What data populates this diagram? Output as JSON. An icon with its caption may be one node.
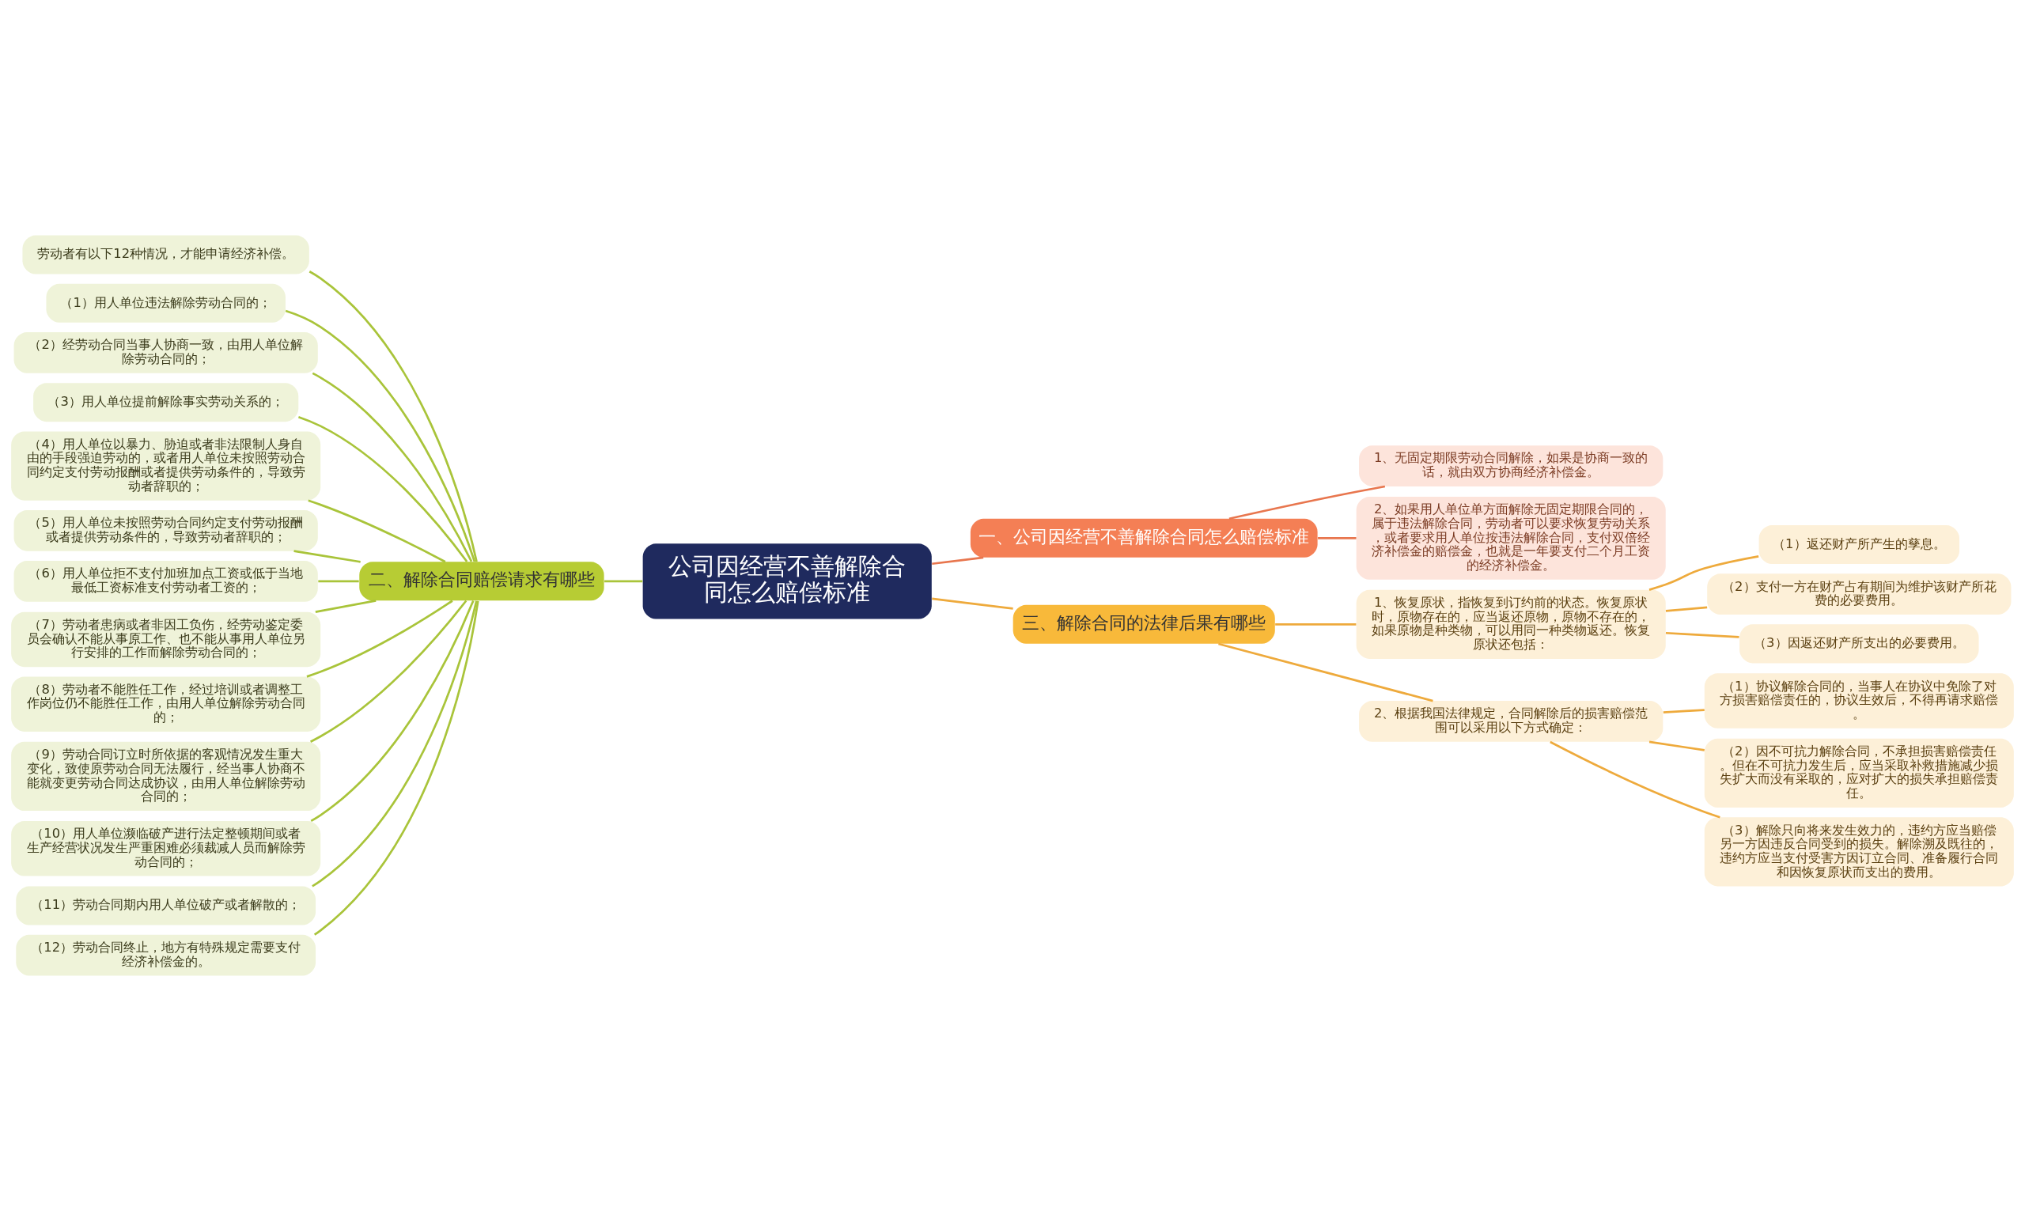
{
  "diagram": {
    "nodes": [
      {
        "text": [
          "公司因经营不善解除合同怎么赔偿标准"
        ]
      },
      {
        "text": [
          "一、公司因经营不善解除合同怎么赔偿标准"
        ]
      },
      {
        "text": [
          "1、无固定期限劳动合同解除，如果是协商一致的话，就由双方协商经济补偿金。"
        ]
      },
      {
        "text": [
          "2、如果用人单位单方面解除无固定期限合同的，属于违法解除合同，劳动者可以要求恢复劳动关系，或者要求用人单位按违法解除合同，支付双倍经济补偿金的赔偿金，也就是一年要支付二个月工资的经济补偿金。"
        ]
      },
      {
        "text": [
          "二、解除合同赔偿请求有哪些"
        ]
      },
      {
        "text": [
          "劳动者有以下12种情况，才能申请经济补偿。"
        ]
      },
      {
        "text": [
          "（1）用人单位违法解除劳动合同的；"
        ]
      },
      {
        "text": [
          "（2）经劳动合同当事人协商一致，由用人单位解除劳动合同的；"
        ]
      },
      {
        "text": [
          "（3）用人单位提前解除事实劳动关系的；"
        ]
      },
      {
        "text": [
          "（4）用人单位以暴力、胁迫或者非法限制人身自由的手段强迫劳动的，或者用人单位未按照劳动合同约定支付劳动报酬或者提供劳动条件的，导致劳动者辞职的；"
        ]
      },
      {
        "text": [
          "（5）用人单位未按照劳动合同约定支付劳动报酬或者提供劳动条件的，导致劳动者辞职的；"
        ]
      },
      {
        "text": [
          "（6）用人单位拒不支付加班加点工资或低于当地最低工资标准支付劳动者工资的；"
        ]
      },
      {
        "text": [
          "（7）劳动者患病或者非因工负伤，经劳动鉴定委员会确认不能从事原工作、也不能从事用人单位另行安排的工作而解除劳动合同的；"
        ]
      },
      {
        "text": [
          "（8）劳动者不能胜任工作，经过培训或者调整工作岗位仍不能胜任工作，由用人单位解除劳动合同的；"
        ]
      },
      {
        "text": [
          "（9）劳动合同订立时所依据的客观情况发生重大变化，致使原劳动合同无法履行，经当事人协商不能就变更劳动合同达成协议，由用人单位解除劳动合同的；"
        ]
      },
      {
        "text": [
          "（10）用人单位濒临破产进行法定整顿期间或者生产经营状况发生严重困难必须裁减人员而解除劳动合同的；"
        ]
      },
      {
        "text": [
          "（11）劳动合同期内用人单位破产或者解散的；"
        ]
      },
      {
        "text": [
          "（12）劳动合同终止，地方有特殊规定需要支付经济补偿金的。"
        ]
      },
      {
        "text": [
          "三、解除合同的法律后果有哪些"
        ]
      },
      {
        "text": [
          "1、恢复原状，指恢复到订约前的状态。恢复原状时，原物存在的，应当返还原物，原物不存在的，如果原物是种类物，可以用同一种类物返还。恢复原状还包括："
        ]
      },
      {
        "text": [
          "（1）返还财产所产生的孳息。"
        ]
      },
      {
        "text": [
          "（2）支付一方在财产占有期间为维护该财产所花费的必要费用。"
        ]
      },
      {
        "text": [
          "（3）因返还财产所支出的必要费用。"
        ]
      },
      {
        "text": [
          "2、根据我国法律规定，合同解除后的损害赔偿范围可以采用以下方式确定："
        ]
      },
      {
        "text": [
          "（1）协议解除合同的，当事人在协议中免除了对方损害赔偿责任的，协议生效后，不得再请求赔偿。"
        ]
      },
      {
        "text": [
          "（2）因不可抗力解除合同，不承担损害赔偿责任。但在不可抗力发生后，应当采取补救措施减少损失扩大而没有采取的，应对扩大的损失承担赔偿责任。"
        ]
      },
      {
        "text": [
          "（3）解除只向将来发生效力的，违约方应当赔偿另一方因违反合同受到的损失。解除溯及既往的，违约方应当支付受害方因订立合同、准备履行合同和因恢复原状而支出的费用。"
        ]
      }
    ],
    "edges": [
      {
        "from": 0,
        "to": 1,
        "arrow": "none",
        "color": "#e8764e"
      },
      {
        "from": 1,
        "to": 2,
        "arrow": "none",
        "color": "#e8764e"
      },
      {
        "from": 1,
        "to": 3,
        "arrow": "none",
        "color": "#e8764e"
      },
      {
        "from": 0,
        "to": 4,
        "arrow": "none"
      },
      {
        "from": 4,
        "to": 5,
        "arrow": "none"
      },
      {
        "from": 4,
        "to": 6,
        "arrow": "none"
      },
      {
        "from": 4,
        "to": 7,
        "arrow": "none"
      },
      {
        "from": 4,
        "to": 8,
        "arrow": "none"
      },
      {
        "from": 4,
        "to": 9,
        "arrow": "none"
      },
      {
        "from": 4,
        "to": 10,
        "arrow": "none"
      },
      {
        "from": 4,
        "to": 11,
        "arrow": "none"
      },
      {
        "from": 4,
        "to": 12,
        "arrow": "none"
      },
      {
        "from": 4,
        "to": 13,
        "arrow": "none"
      },
      {
        "from": 4,
        "to": 14,
        "arrow": "none"
      },
      {
        "from": 4,
        "to": 15,
        "arrow": "none"
      },
      {
        "from": 4,
        "to": 16,
        "arrow": "none"
      },
      {
        "from": 4,
        "to": 17,
        "arrow": "none"
      },
      {
        "from": 0,
        "to": 18,
        "arrow": "none",
        "color": "#eeaa3c"
      },
      {
        "from": 18,
        "to": 19,
        "arrow": "none",
        "color": "#eeaa3c"
      },
      {
        "from": 19,
        "to": 20,
        "arrow": "none",
        "color": "#eeaa3c"
      },
      {
        "from": 19,
        "to": 21,
        "arrow": "none",
        "color": "#eeaa3c"
      },
      {
        "from": 19,
        "to": 22,
        "arrow": "none",
        "color": "#eeaa3c"
      },
      {
        "from": 18,
        "to": 23,
        "arrow": "none",
        "color": "#eeaa3c"
      },
      {
        "from": 23,
        "to": 24,
        "arrow": "none",
        "color": "#eeaa3c"
      },
      {
        "from": 23,
        "to": 25,
        "arrow": "none",
        "color": "#eeaa3c"
      },
      {
        "from": 23,
        "to": 26,
        "arrow": "none",
        "color": "#eeaa3c"
      }
    ]
  }
}
